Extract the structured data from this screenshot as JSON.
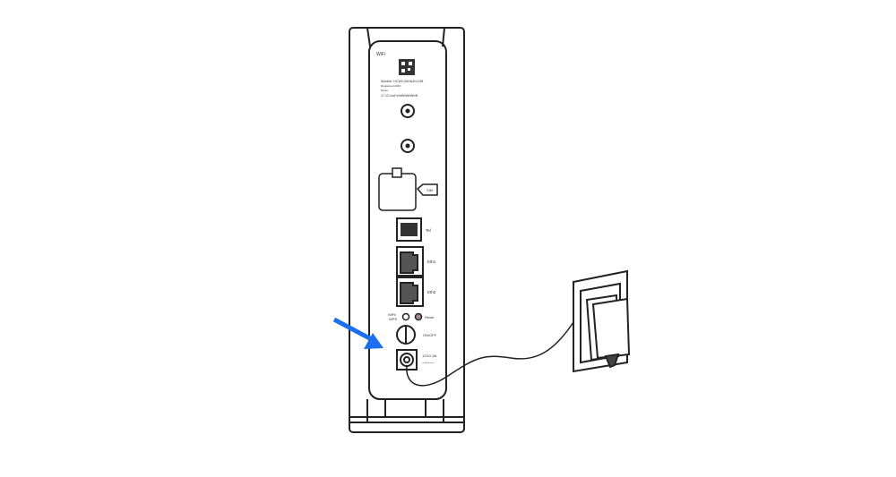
{
  "device": {
    "top_label": "WiFi",
    "sticker_lines": [
      "Number: HCW3 SAHA4N-C68",
      "Registered 2019",
      "Name",
      "17-12-xxxFxxNNNNNNNN"
    ],
    "sim_label": "SIM",
    "tel_label": "Tel",
    "eth1_label": "Eth1",
    "eth2_label": "Eth2",
    "wps_label_1": "WiFi/",
    "wps_label_2": "WPS",
    "reset_label": "Reset",
    "power_switch_label": "ON/OFF",
    "power_input_label": "12V/2.5A"
  },
  "colors": {
    "arrow": "#1e6ff0",
    "line": "#222222"
  }
}
